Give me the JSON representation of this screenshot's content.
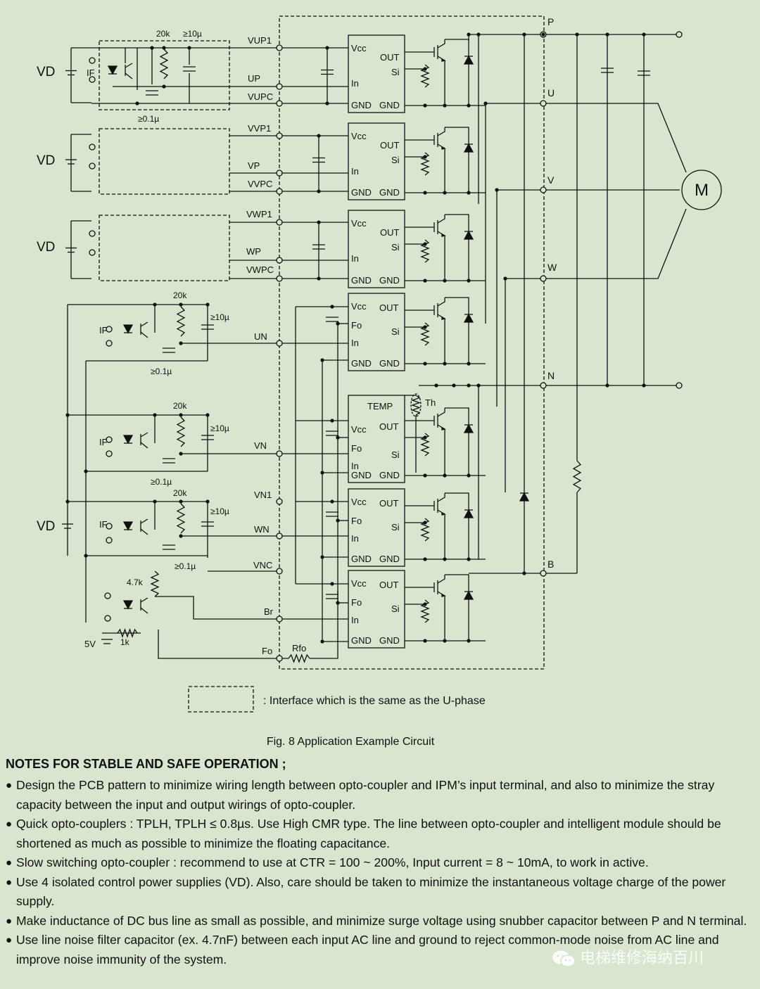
{
  "circuit": {
    "supply_labels": [
      "VD",
      "VD",
      "VD",
      "VD"
    ],
    "if_labels": [
      "IF",
      "IF",
      "IF",
      "IF"
    ],
    "top_values": {
      "r20k": "20k",
      "cap10": "≥10µ",
      "cap01": "≥0.1µ"
    },
    "low_values": {
      "r20k": "20k",
      "cap10": "≥10µ",
      "cap01": "≥0.1µ",
      "r47k": "4.7k",
      "r1k": "1k",
      "v5": "5V",
      "rfo": "Rfo"
    },
    "terminals_upper": [
      "VUP1",
      "UP",
      "VUPC",
      "VVP1",
      "VP",
      "VVPC",
      "VWP1",
      "WP",
      "VWPC"
    ],
    "terminals_lower": [
      "UN",
      "VN",
      "VN1",
      "WN",
      "VNC",
      "Br",
      "Fo"
    ],
    "ic_pins": {
      "vcc": "Vcc",
      "out": "OUT",
      "si": "Si",
      "in": "In",
      "gnd": "GND",
      "fo": "Fo",
      "temp": "TEMP"
    },
    "thermistor": "Th",
    "bus_labels": [
      "P",
      "U",
      "V",
      "W",
      "N",
      "B"
    ],
    "motor": "M",
    "legend": ": Interface which is the same as the U-phase"
  },
  "caption": "Fig. 8  Application Example Circuit",
  "notes": {
    "title": "NOTES FOR STABLE AND SAFE OPERATION ;",
    "items": [
      "Design the PCB pattern to minimize wiring length between opto-coupler and IPM’s input terminal, and also to minimize the stray capacity between the input and output wirings of opto-coupler.",
      "Quick opto-couplers : TPLH, TPLH ≤ 0.8µs. Use High CMR type. The line between opto-coupler and intelligent module should be shortened as much as possible to minimize the floating capacitance.",
      "Slow switching opto-coupler : recommend to use at CTR = 100 ~ 200%, Input current = 8 ~ 10mA, to work in active.",
      "Use 4 isolated control power supplies (VD). Also, care should be taken to minimize the instantaneous voltage charge of the power supply.",
      "Make inductance of DC bus line as small as possible, and minimize surge voltage using snubber capacitor between P and N terminal.",
      "Use line noise filter capacitor (ex. 4.7nF) between each input AC line and ground to reject common-mode noise from AC line and improve noise immunity of the system."
    ]
  },
  "watermark": "电梯维修海纳百川"
}
